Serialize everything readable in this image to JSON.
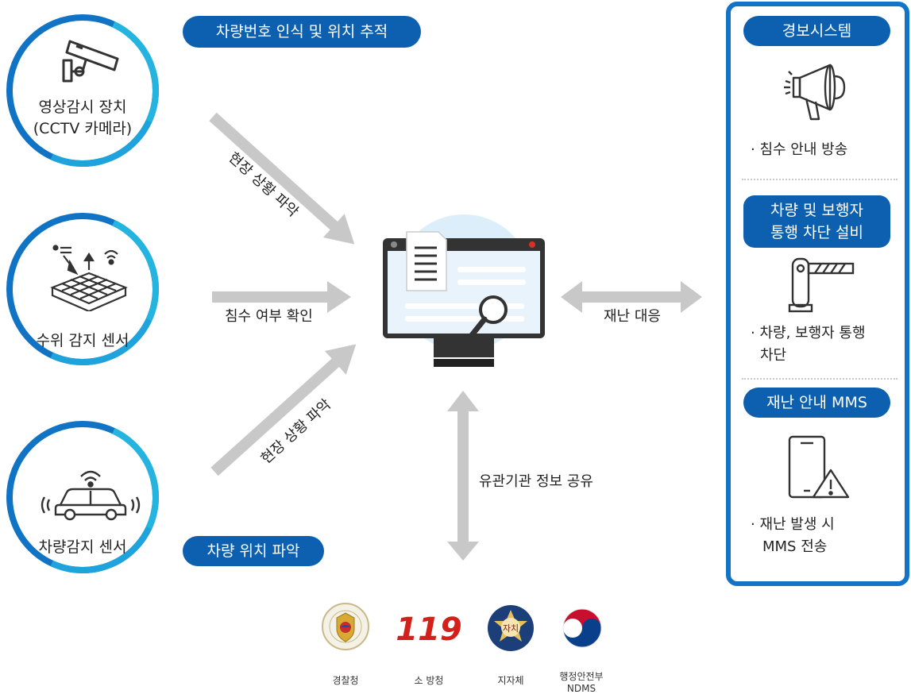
{
  "sources": [
    {
      "label_line1": "영상감시 장치",
      "label_line2": "(CCTV 카메라)",
      "icon": "cctv-camera-icon"
    },
    {
      "label_line1": "수위 감지 센서",
      "icon": "water-level-sensor-icon"
    },
    {
      "label_line1": "차량감지 센서",
      "icon": "vehicle-sensor-icon"
    }
  ],
  "tags": {
    "top": "차량번호 인식 및 위치 추적",
    "bottom": "차량 위치 파악"
  },
  "flows": {
    "cctv": "현장 상황 파악",
    "water": "침수 여부 확인",
    "vehicle": "현장 상황 파악",
    "response": "재난 대응",
    "share": "유관기관 정보 공유"
  },
  "panel": {
    "alarm": {
      "title": "경보시스템",
      "bullet": "· 침수 안내 방송"
    },
    "barrier": {
      "title_line1": "차량 및 보행자",
      "title_line2": "통행 차단 설비",
      "bullet_line1": "· 차량, 보행자 통행",
      "bullet_line2": "차단"
    },
    "mms": {
      "title": "재난 안내 MMS",
      "bullet_line1": "· 재난 발생 시",
      "bullet_line2": "MMS  전송"
    }
  },
  "agencies": [
    {
      "label": "경찰청"
    },
    {
      "label": "소 방청",
      "logo_text": "119"
    },
    {
      "label": "지자체",
      "logo_text": "자치"
    },
    {
      "label_line1": "행정안전부",
      "label_line2": "NDMS"
    }
  ],
  "colors": {
    "primary": "#0d60b0",
    "accent": "#23b5e0",
    "arrow": "#c8c8c8"
  }
}
